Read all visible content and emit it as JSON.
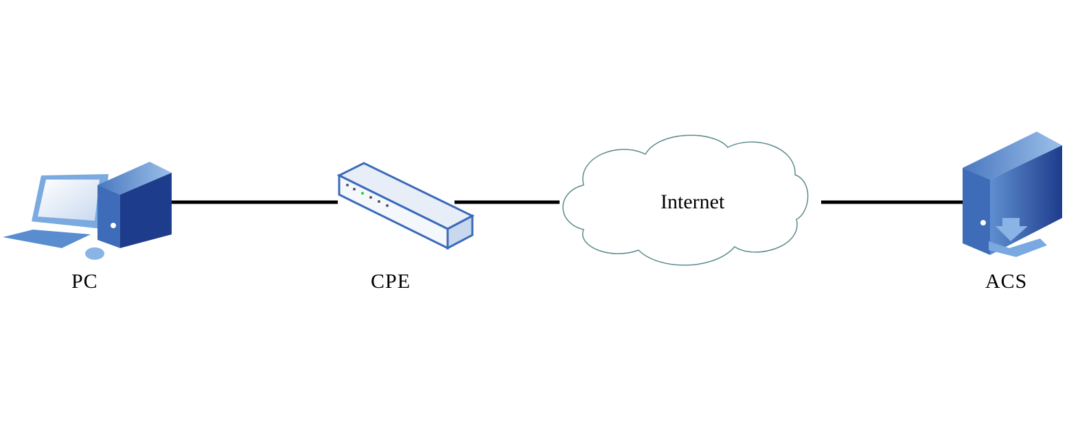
{
  "nodes": {
    "pc": {
      "label": "PC"
    },
    "cpe": {
      "label": "CPE"
    },
    "internet": {
      "label": "Internet"
    },
    "acs": {
      "label": "ACS"
    }
  },
  "colors": {
    "device_dark": "#1e3c8c",
    "device_light": "#6a9ad8",
    "link": "#000000",
    "cloud_stroke": "#5a8a8a"
  }
}
